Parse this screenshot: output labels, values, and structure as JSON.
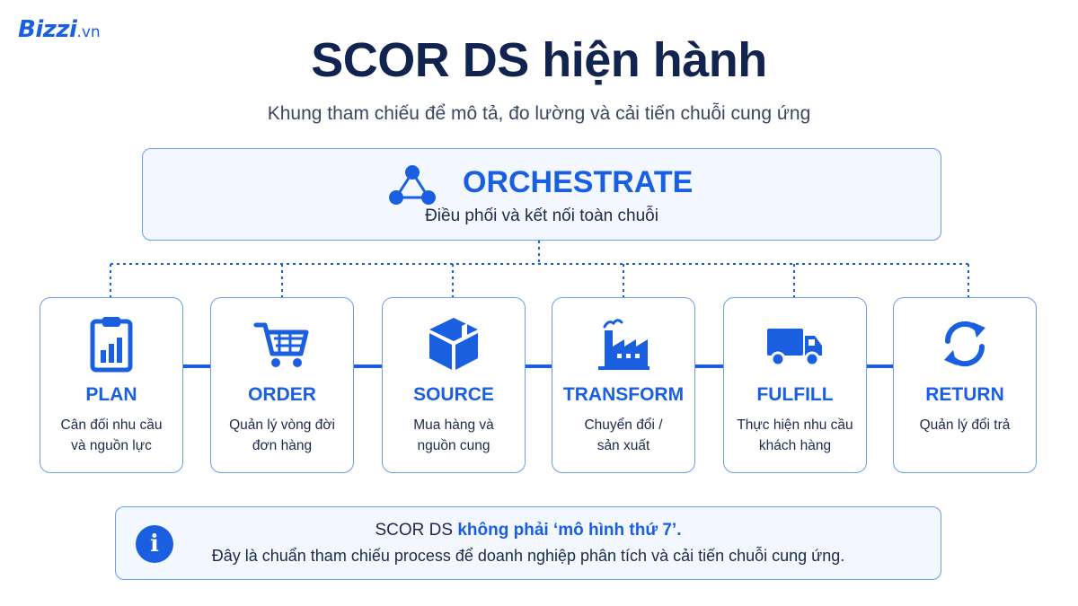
{
  "logo": {
    "brand": "Bizzi",
    "tld": ".vn"
  },
  "title": "SCOR DS hiện hành",
  "subtitle": "Khung tham chiếu để mô tả, đo lường và cải tiến chuỗi cung ứng",
  "orchestrate": {
    "title": "ORCHESTRATE",
    "description": "Điều phối và kết nối toàn chuỗi",
    "icon": "network-icon"
  },
  "processes": [
    {
      "title": "PLAN",
      "line1": "Cân đối nhu cầu",
      "line2": "và nguồn lực",
      "icon": "clipboard-chart-icon"
    },
    {
      "title": "ORDER",
      "line1": "Quản lý vòng đời",
      "line2": "đơn hàng",
      "icon": "shopping-cart-icon"
    },
    {
      "title": "SOURCE",
      "line1": "Mua hàng và",
      "line2": "nguồn cung",
      "icon": "box-icon"
    },
    {
      "title": "TRANSFORM",
      "line1": "Chuyển đổi /",
      "line2": "sản xuất",
      "icon": "factory-icon"
    },
    {
      "title": "FULFILL",
      "line1": "Thực hiện nhu cầu",
      "line2": "khách hàng",
      "icon": "truck-icon"
    },
    {
      "title": "RETURN",
      "line1": "Quản lý đổi trả",
      "line2": "",
      "icon": "refresh-icon"
    }
  ],
  "note": {
    "prefix": "SCOR DS",
    "highlight": "không phải ‘mô hình thứ 7’.",
    "line2": "Đây là chuẩn tham chiếu process để doanh nghiệp phân tích và cải tiến chuỗi cung ứng.",
    "icon": "info-icon"
  },
  "colors": {
    "accent": "#1a5fe0",
    "navy": "#11234f",
    "border": "#6b9cf0",
    "panel": "#f3f7ff"
  }
}
